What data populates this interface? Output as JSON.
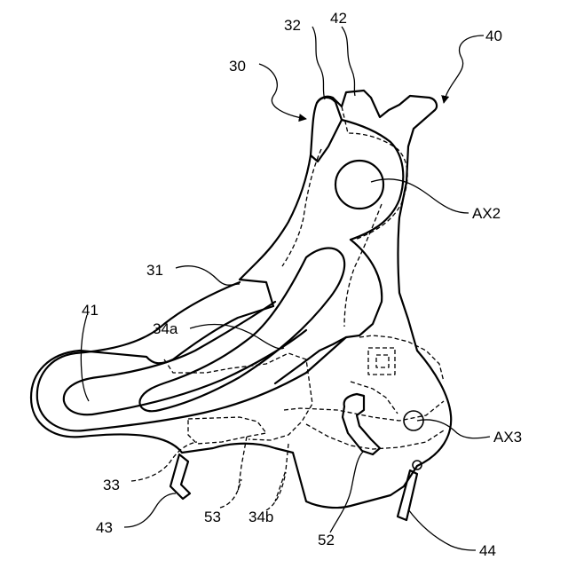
{
  "labels": {
    "l30": "30",
    "l32": "32",
    "l42": "42",
    "l40": "40",
    "lAX2": "AX2",
    "l31": "31",
    "l41": "41",
    "l34a": "34a",
    "lAX3": "AX3",
    "l33": "33",
    "l43": "43",
    "l53": "53",
    "l34b": "34b",
    "l52": "52",
    "l44": "44"
  }
}
